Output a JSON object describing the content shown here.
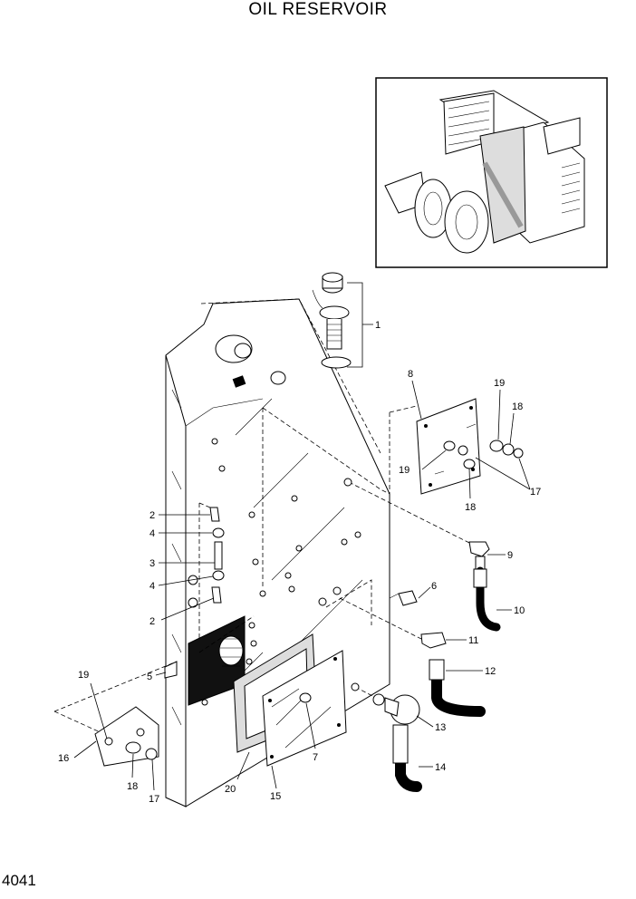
{
  "title": "OIL RESERVOIR",
  "page_number": "4041",
  "callouts": {
    "c1": "1",
    "c2a": "2",
    "c2b": "2",
    "c3": "3",
    "c4a": "4",
    "c4b": "4",
    "c5": "5",
    "c6": "6",
    "c7": "7",
    "c8": "8",
    "c9": "9",
    "c10": "10",
    "c11": "11",
    "c12": "12",
    "c13": "13",
    "c14": "14",
    "c15": "15",
    "c16": "16",
    "c17a": "17",
    "c17b": "17",
    "c18a": "18",
    "c18b": "18",
    "c18c": "18",
    "c19a": "19",
    "c19b": "19",
    "c19c": "19",
    "c20": "20"
  }
}
